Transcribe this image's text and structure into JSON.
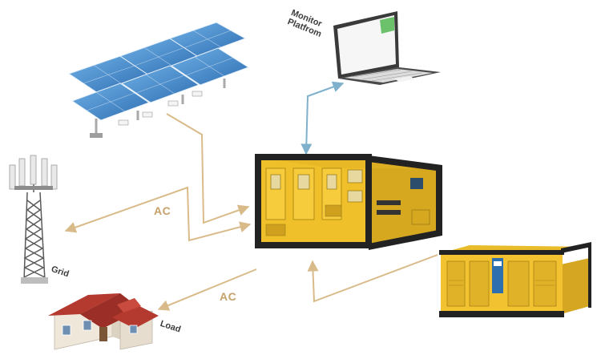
{
  "labels": {
    "monitor_line1": "Monitor",
    "monitor_line2": "Platfrom",
    "grid": "Grid",
    "load": "Load",
    "ac_grid": "AC",
    "ac_load": "AC"
  },
  "colors": {
    "flow_line": "#d9bb8a",
    "monitor_link": "#7fb0cc",
    "cabinet_yellow": "#f0c02a",
    "generator_yellow": "#f2c230",
    "roof_red": "#b4392f",
    "panel_blue": "#3f82c7"
  },
  "icons": [
    "solar-panel-array-icon",
    "laptop-icon",
    "telecom-tower-icon",
    "house-icon",
    "energy-storage-cabinet-icon",
    "diesel-generator-icon"
  ]
}
